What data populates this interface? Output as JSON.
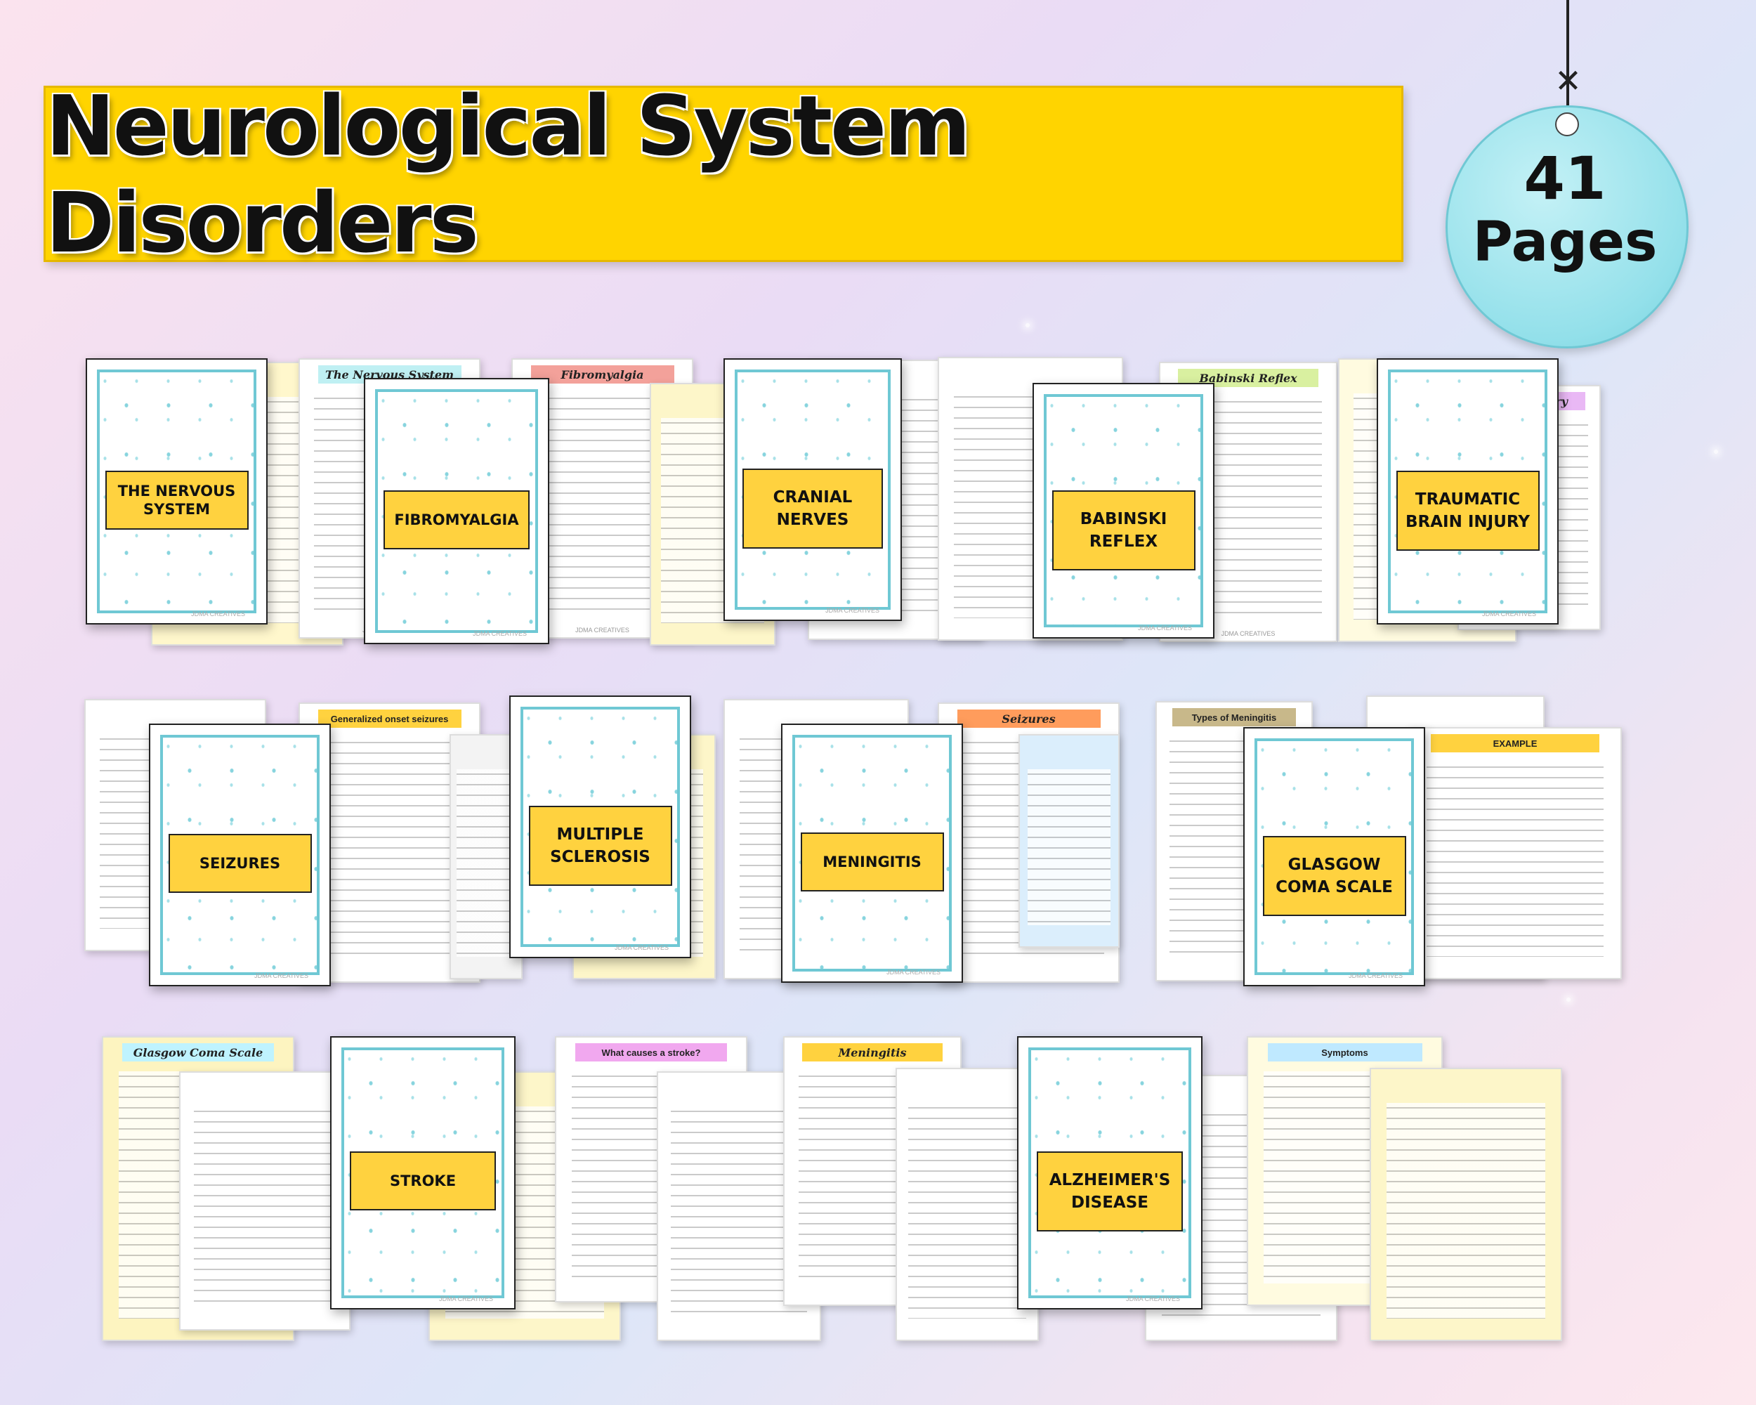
{
  "title": "Neurological System Disorders",
  "badge": {
    "number": "41",
    "word": "Pages"
  },
  "footer_brand": "JDMA CREATIVES",
  "colors": {
    "banner": "#ffd400",
    "badge": "#93e0ea",
    "cover_label": "#ffd23f",
    "cover_frame": "#6fc8d4"
  },
  "row1": {
    "covers": [
      "THE NERVOUS SYSTEM",
      "FIBROMYALGIA",
      "CRANIAL NERVES",
      "BABINSKI REFLEX",
      "TRAUMATIC BRAIN INJURY"
    ],
    "pages": [
      "The Nervous System",
      "Fibromyalgia",
      "Babinski Reflex",
      "Brain Injury"
    ]
  },
  "row2": {
    "covers": [
      "SEIZURES",
      "MULTIPLE SCLEROSIS",
      "MENINGITIS",
      "GLASGOW COMA SCALE"
    ],
    "pages": [
      "Generalized onset seizures",
      "Seizures",
      "Types of Meningitis",
      "EXAMPLE"
    ]
  },
  "row3": {
    "covers": [
      "STROKE",
      "ALZHEIMER'S DISEASE"
    ],
    "pages": [
      "Glasgow Coma Scale",
      "What causes a stroke?",
      "Meningitis",
      "Symptoms"
    ]
  }
}
